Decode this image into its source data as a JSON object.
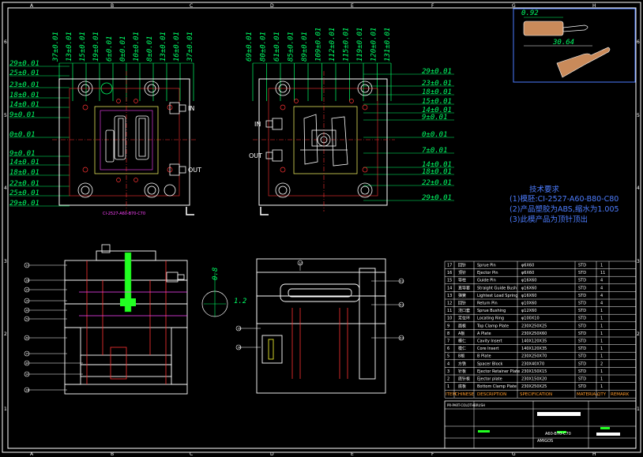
{
  "colors": {
    "background": "#000000",
    "frame": "#ffffff",
    "dimension": "#00ff66",
    "note": "#4d7dff",
    "bom_header": "#ff9a2a",
    "center": "#ff3333",
    "accent": "#ff44ff"
  },
  "top_left_view": {
    "top_dims": [
      "37±0.01",
      "13±0.01",
      "15±0.01",
      "19±0.01",
      "6±0.01",
      "0±0.01",
      "10±0.01",
      "8±0.01",
      "13±0.01",
      "16±0.01",
      "37±0.01"
    ],
    "left_dims": [
      "29±0.01",
      "25±0.01",
      "23±0.01",
      "18±0.01",
      "14±0.01",
      "9±0.01",
      "0±0.01",
      "9±0.01",
      "14±0.01",
      "18±0.01",
      "22±0.01",
      "25±0.01",
      "29±0.01"
    ],
    "port_in": "IN",
    "port_out": "OUT",
    "part_number": "CI-2527-A60-B70-C70"
  },
  "top_right_view": {
    "top_dims": [
      "69±0.01",
      "80±0.01",
      "61±0.01",
      "85±0.01",
      "89±0.01",
      "109±0.01",
      "112±0.01",
      "115±0.01",
      "119±0.01",
      "120±0.01",
      "131±0.01"
    ],
    "right_dims": [
      "29±0.01",
      "23±0.01",
      "18±0.01",
      "15±0.01",
      "14±0.01",
      "9±0.01",
      "0±0.01",
      "7±0.01",
      "14±0.01",
      "18±0.01",
      "22±0.01",
      "29±0.01"
    ],
    "port_in": "IN",
    "port_out": "OUT"
  },
  "product_view": {
    "dim_a": "0.92",
    "dim_b": "30.64"
  },
  "notes": {
    "title": "技术要求",
    "lines": [
      "(1)模胚:CI-2527-A60-B80-C80",
      "(2)产品塑胶为ABS,缩水为1.005",
      "(3)此模产品为顶针顶出"
    ]
  },
  "section_view": {
    "dim_a": "0.8",
    "dim_b": "1.2",
    "balloons_left": [
      "1",
      "2",
      "3",
      "4",
      "5",
      "6",
      "7",
      "8",
      "9",
      "10",
      "11"
    ],
    "balloons_right": [
      "12",
      "13",
      "14",
      "15",
      "16",
      "17"
    ]
  },
  "bom": {
    "headers": [
      "ITEM",
      "CHINESE",
      "DESCRIPTION",
      "SPECIFICATION",
      "MATERIAL",
      "QTY",
      "REMARK"
    ],
    "rows": [
      [
        "17",
        "回针",
        "Sprue Pin",
        "φ6X60",
        "STD",
        "1"
      ],
      [
        "16",
        "顶针",
        "Ejector Pin",
        "φ6X60",
        "STD",
        "11"
      ],
      [
        "15",
        "导柱",
        "Guide Pin",
        "φ16X60",
        "STD",
        "4"
      ],
      [
        "14",
        "直导套",
        "Straight Guide Bush",
        "φ16X60",
        "STD",
        "4"
      ],
      [
        "13",
        "弹簧",
        "Lightest Load Spring",
        "φ16X60",
        "STD",
        "4"
      ],
      [
        "12",
        "回针",
        "Return Pin",
        "φ10X60",
        "STD",
        "4"
      ],
      [
        "11",
        "浇口套",
        "Sprue Bushing",
        "φ12X60",
        "STD",
        "1"
      ],
      [
        "10",
        "定位环",
        "Locating Ring",
        "φ100X10",
        "STD",
        "1"
      ],
      [
        "9",
        "面板",
        "Top Clamp Plate",
        "230X250X25",
        "STD",
        "1"
      ],
      [
        "8",
        "A板",
        "A Plate",
        "230X250X60",
        "STD",
        "1"
      ],
      [
        "7",
        "模仁",
        "Cavity Insert",
        "140X120X35",
        "STD",
        "1"
      ],
      [
        "6",
        "模仁",
        "Core Insert",
        "140X120X35",
        "STD",
        "1"
      ],
      [
        "5",
        "B板",
        "B Plate",
        "230X250X70",
        "STD",
        "1"
      ],
      [
        "4",
        "方铁",
        "Spacer Block",
        "230X40X70",
        "STD",
        "2"
      ],
      [
        "3",
        "针板",
        "Ejector Retainer Plate",
        "230X150X15",
        "STD",
        "1"
      ],
      [
        "2",
        "底针板",
        "Ejector plate",
        "230X150X20",
        "STD",
        "1"
      ],
      [
        "1",
        "底板",
        "Bottom Clamp Plate",
        "230X250X25",
        "STD",
        "1"
      ]
    ]
  },
  "title_block": {
    "drawing_number": "A60-B70-C70",
    "project": "PR-PART-COLOTHBRUSH",
    "logo": "AMIGOS"
  },
  "grid_letters": [
    "A",
    "B",
    "C",
    "D",
    "E",
    "F",
    "G",
    "H"
  ],
  "grid_numbers": [
    "1",
    "2",
    "3",
    "4",
    "5",
    "6"
  ]
}
